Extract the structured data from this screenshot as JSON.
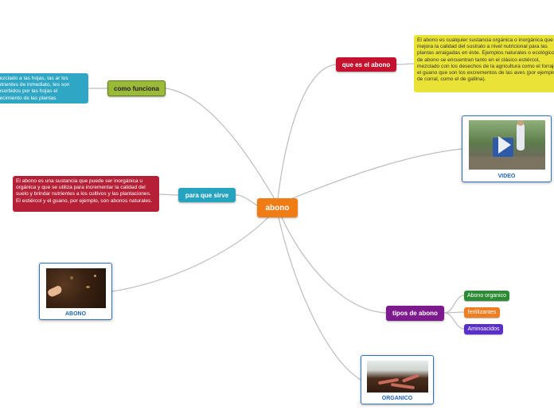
{
  "central": {
    "label": "abono"
  },
  "branches": {
    "que_es": {
      "label": "que es el abono",
      "note": "El abono es cualquier sustancia orgánica o inorgánica que mejora la calidad del sustrato a nivel nutricional para las plantas arraigadas en éste. Ejemplos naturales o ecológicos de abono se encuentran tanto en el clásico estiércol, mezclado con los desechos de la agricultura como el forraje, el guano que son los excrementos de las aves (por ejemplo de corral, como el de gallina)."
    },
    "como_funciona": {
      "label": "como funciona",
      "note": "mezclado a las hojas, las ar los nutrientes de inmediato, tes son absorbidos por las hojas el crecimiento de las plantas."
    },
    "para_que_sirve": {
      "label": "para que sirve",
      "note": "El abono es una sustancia que puede ser inorgánica u orgánica y que se utiliza para incrementar la calidad del suelo y brindar nutrientes a los cultivos y las plantaciones. El estiércol y el guano, por ejemplo, son abonos naturales."
    },
    "tipos": {
      "label": "tipos de abono",
      "items": [
        "Abono organico",
        "fertilizantes",
        "Aminoacidos"
      ]
    }
  },
  "cards": {
    "video": {
      "caption": "VIDEO"
    },
    "abono": {
      "caption": "ABONO"
    },
    "organico": {
      "caption": "ORGANICO"
    }
  },
  "colors": {
    "central": "#f07c16",
    "que_es": "#c4122e",
    "como_funciona": "#9cba3a",
    "para_que_sirve": "#26a3bf",
    "tipos": "#7c1a8e",
    "link": "#b8b8b8"
  }
}
